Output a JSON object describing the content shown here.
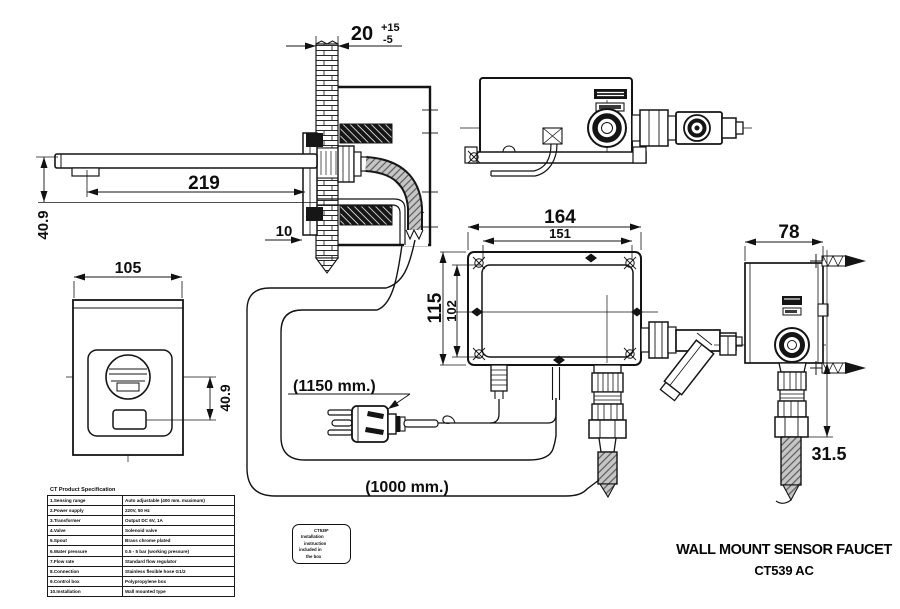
{
  "product": {
    "name": "WALL MOUNT SENSOR FAUCET",
    "model": "CT539 AC"
  },
  "dims": {
    "wall_thickness": "20",
    "wall_tol_up": "+15",
    "wall_tol_dn": "-5",
    "spout_length": "219",
    "spout_height": "40.9",
    "wall_plate_gap": "10",
    "plate_width": "105",
    "sensor_offset": "40.9",
    "box_w": "164",
    "box_w_inner": "151",
    "box_h": "115",
    "box_h_inner": "102",
    "bracket_depth": "78",
    "hose_offset": "31.5",
    "power_cord": "(1150 mm.)",
    "supply_hose": "(1000 mm.)"
  },
  "spec_table": {
    "title": "CT Product Specification",
    "rows": [
      {
        "label": "1.Sensing range",
        "value": "Auto adjustable (400 mm. maximum)"
      },
      {
        "label": "2.Power supply",
        "value": "220V, 50 Hz"
      },
      {
        "label": "3.Transformer",
        "value": "Output DC 6V, 1A"
      },
      {
        "label": "4.Valve",
        "value": "Solenoid valve"
      },
      {
        "label": "5.Spout",
        "value": "Brass chrome plated"
      },
      {
        "label": "6.Water pressure",
        "value": "0.5 - 5 bar (working pressure)"
      },
      {
        "label": "7.Flow rate",
        "value": "Standard flow regulator"
      },
      {
        "label": "8.Connection",
        "value": "Stainless flexible hose G1/2"
      },
      {
        "label": "9.Control box",
        "value": "Polypropylene box"
      },
      {
        "label": "10.Installation",
        "value": "Wall mounted type"
      }
    ]
  },
  "note_box": {
    "lines": [
      "CT539*",
      "Installation",
      "instruction",
      "included in",
      "the box"
    ]
  }
}
